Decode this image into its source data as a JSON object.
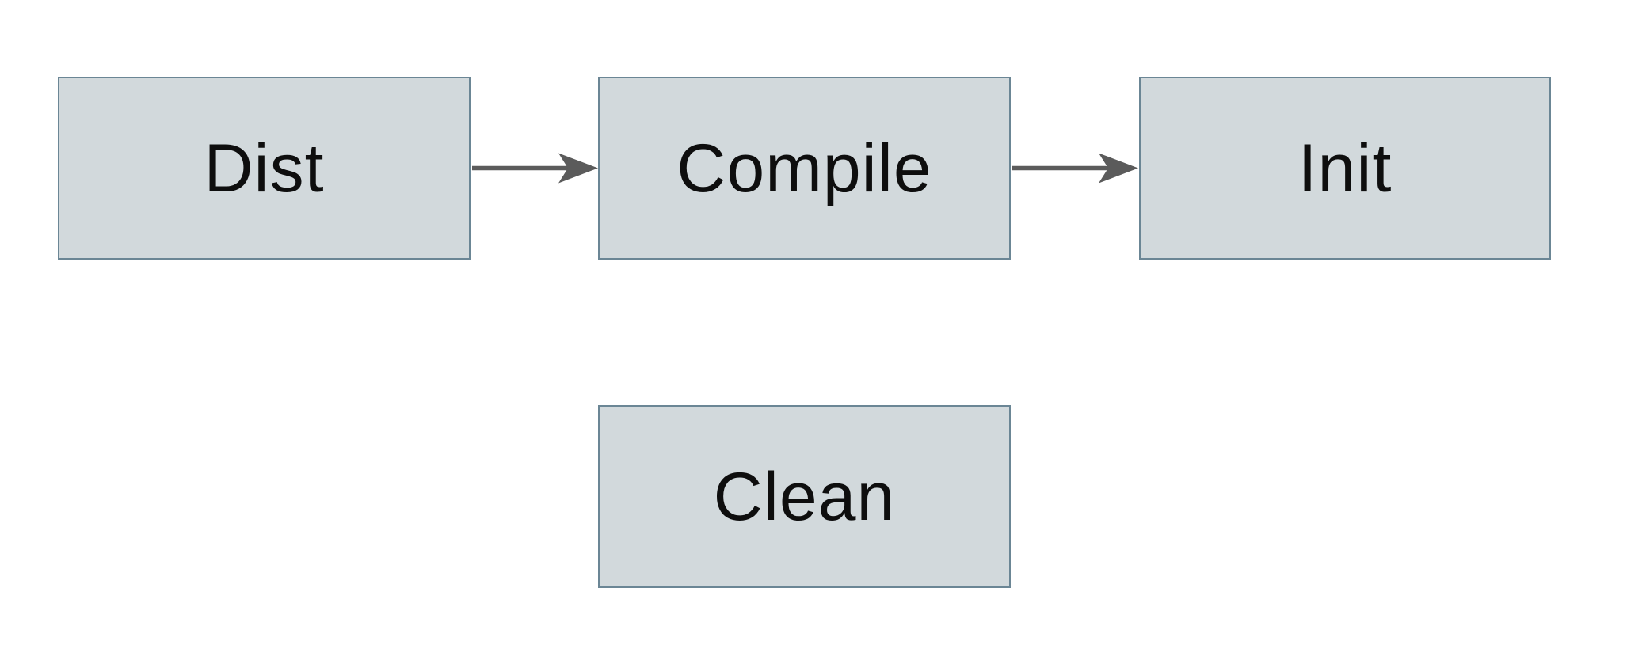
{
  "diagram": {
    "type": "flowchart",
    "background_color": "#ffffff",
    "node_fill_color": "#d2d9dc",
    "node_border_color": "#6b8695",
    "arrow_color": "#5b5b5b",
    "label_color": "#0e0e0e",
    "nodes": [
      {
        "id": "dist",
        "label": "Dist"
      },
      {
        "id": "compile",
        "label": "Compile"
      },
      {
        "id": "init",
        "label": "Init"
      },
      {
        "id": "clean",
        "label": "Clean"
      }
    ],
    "edges": [
      {
        "from": "Dist",
        "to": "Compile",
        "style": "arrow"
      },
      {
        "from": "Compile",
        "to": "Init",
        "style": "arrow"
      }
    ]
  }
}
